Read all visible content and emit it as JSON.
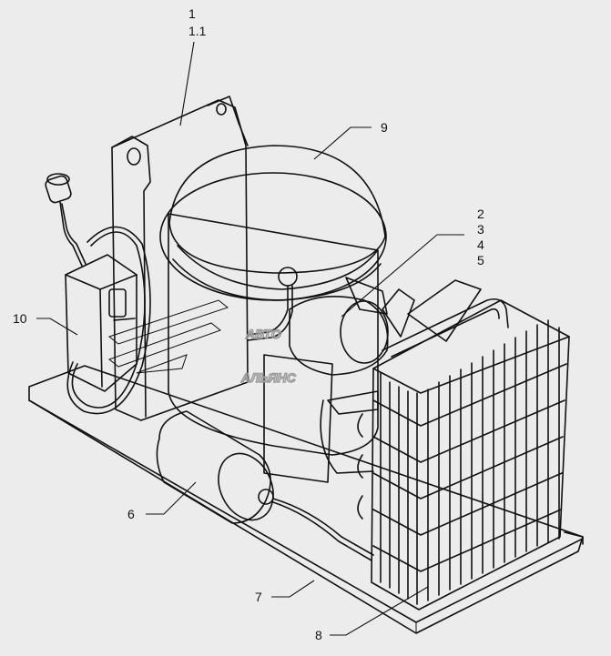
{
  "labels": {
    "l1": "1",
    "l1_1": "1.1",
    "l9": "9",
    "l2": "2",
    "l3": "3",
    "l4": "4",
    "l5": "5",
    "l10": "10",
    "l6": "6",
    "l7": "7",
    "l8": "8"
  },
  "watermark": {
    "line1": "АВТО",
    "line2": "АЛЬЯНС"
  },
  "colors": {
    "background": "#ececec",
    "paper": "#ffffff",
    "ink": "#111111",
    "watermark": "#9a9a9a"
  }
}
